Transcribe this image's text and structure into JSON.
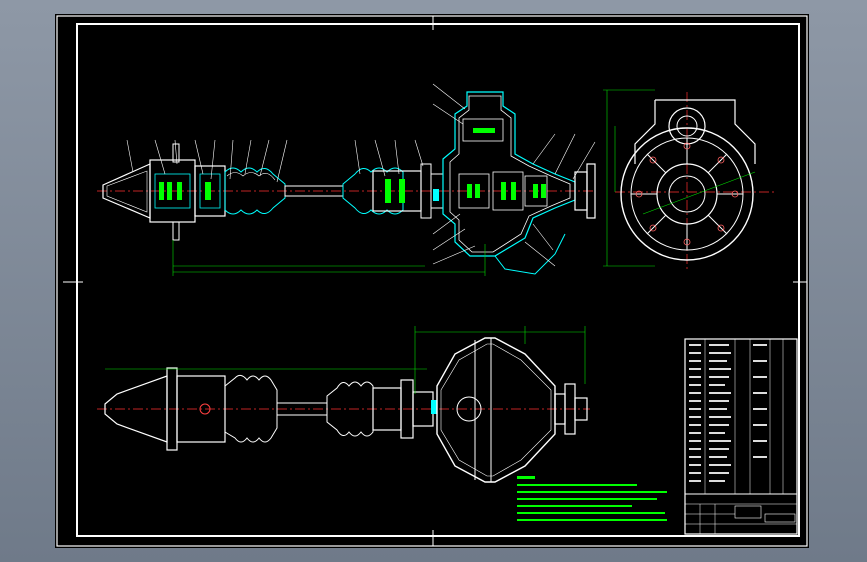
{
  "drawing": {
    "background": "#000000",
    "line_colors": {
      "outline": "#ffffff",
      "center": "#ff3030",
      "dimension": "#00e000",
      "section": "#00ffff",
      "label": "#ffff66"
    },
    "views": [
      "front-section-view",
      "top-view",
      "end-view"
    ],
    "icons": [
      "drive-shaft-assembly",
      "differential-housing",
      "flange-end-view"
    ]
  }
}
